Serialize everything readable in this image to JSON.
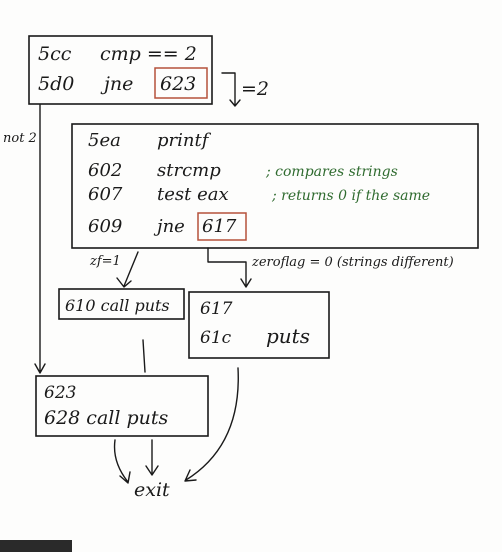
{
  "block1": {
    "row1": {
      "addr": "5cc",
      "instr": "cmp == 2"
    },
    "row2": {
      "addr": "5d0",
      "instr": "jne",
      "target": "623"
    }
  },
  "label_eq2": "=2",
  "label_not2": "not 2",
  "block2": {
    "rows": [
      {
        "addr": "5ea",
        "instr": "printf",
        "comment": ""
      },
      {
        "addr": "602",
        "instr": "strcmp",
        "comment": "; compares strings"
      },
      {
        "addr": "607",
        "instr": "test eax",
        "comment": "; returns 0 if the same"
      },
      {
        "addr": "609",
        "instr": "jne",
        "target": "617",
        "comment": ""
      }
    ]
  },
  "label_zf1": "zf=1",
  "label_zf0": "zeroflag = 0 (strings different)",
  "block3": {
    "text": "610 call puts"
  },
  "block4": {
    "row1": "617",
    "row2_addr": "61c",
    "row2_instr": "puts"
  },
  "block5": {
    "row1": "623",
    "row2": "628 call puts"
  },
  "exit_label": "exit",
  "colors": {
    "ink": "#1a1a1a",
    "highlight": "#b5523b",
    "comment": "#2f6b2f"
  }
}
